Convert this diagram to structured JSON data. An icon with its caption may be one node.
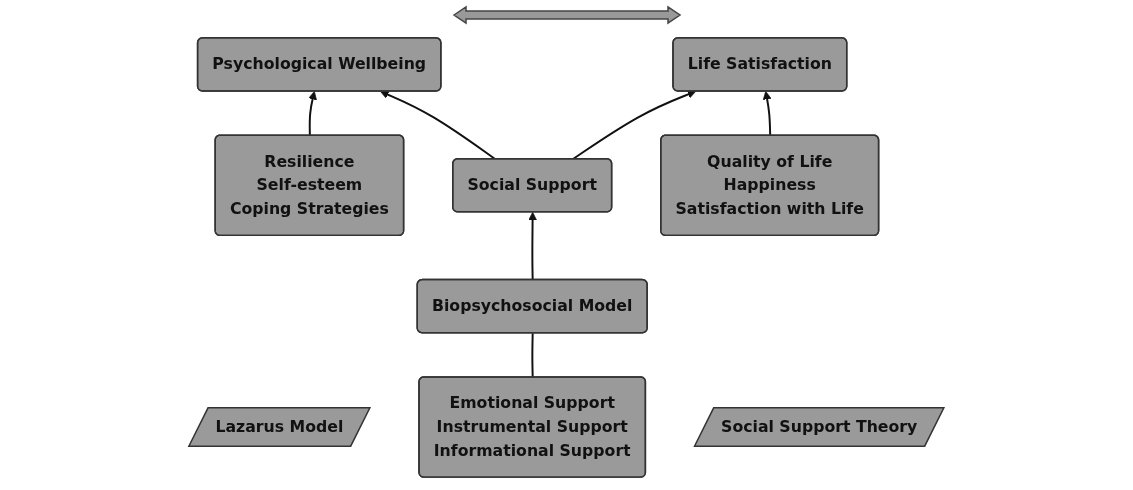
{
  "diagram": {
    "nodes": [
      {
        "text": [
          "Lazarus Model"
        ]
      },
      {
        "text": [
          "Social Support"
        ]
      },
      {
        "text": [
          "Social Support Theory"
        ]
      },
      {
        "text": [
          "Psychological Wellbeing"
        ]
      },
      {
        "text": [
          "Life Satisfaction"
        ]
      },
      {
        "text": [
          "Biopsychosocial Model"
        ]
      },
      {
        "text": [
          "Resilience",
          "Self-esteem",
          "Coping Strategies"
        ]
      },
      {
        "text": [
          "Emotional Support",
          "Instrumental Support",
          "Informational Support"
        ]
      },
      {
        "text": [
          "Quality of Life",
          "Happiness",
          "Satisfaction with Life"
        ]
      }
    ],
    "edges": [
      {
        "from": 1,
        "to": 3,
        "arrow": "to"
      },
      {
        "from": 1,
        "to": 4,
        "arrow": "to"
      },
      {
        "from": 5,
        "to": 1,
        "arrow": "to"
      },
      {
        "from": 6,
        "to": 3,
        "arrow": "to"
      },
      {
        "from": 7,
        "to": 5,
        "arrow": "none"
      },
      {
        "from": 8,
        "to": 4,
        "arrow": "to"
      }
    ]
  }
}
